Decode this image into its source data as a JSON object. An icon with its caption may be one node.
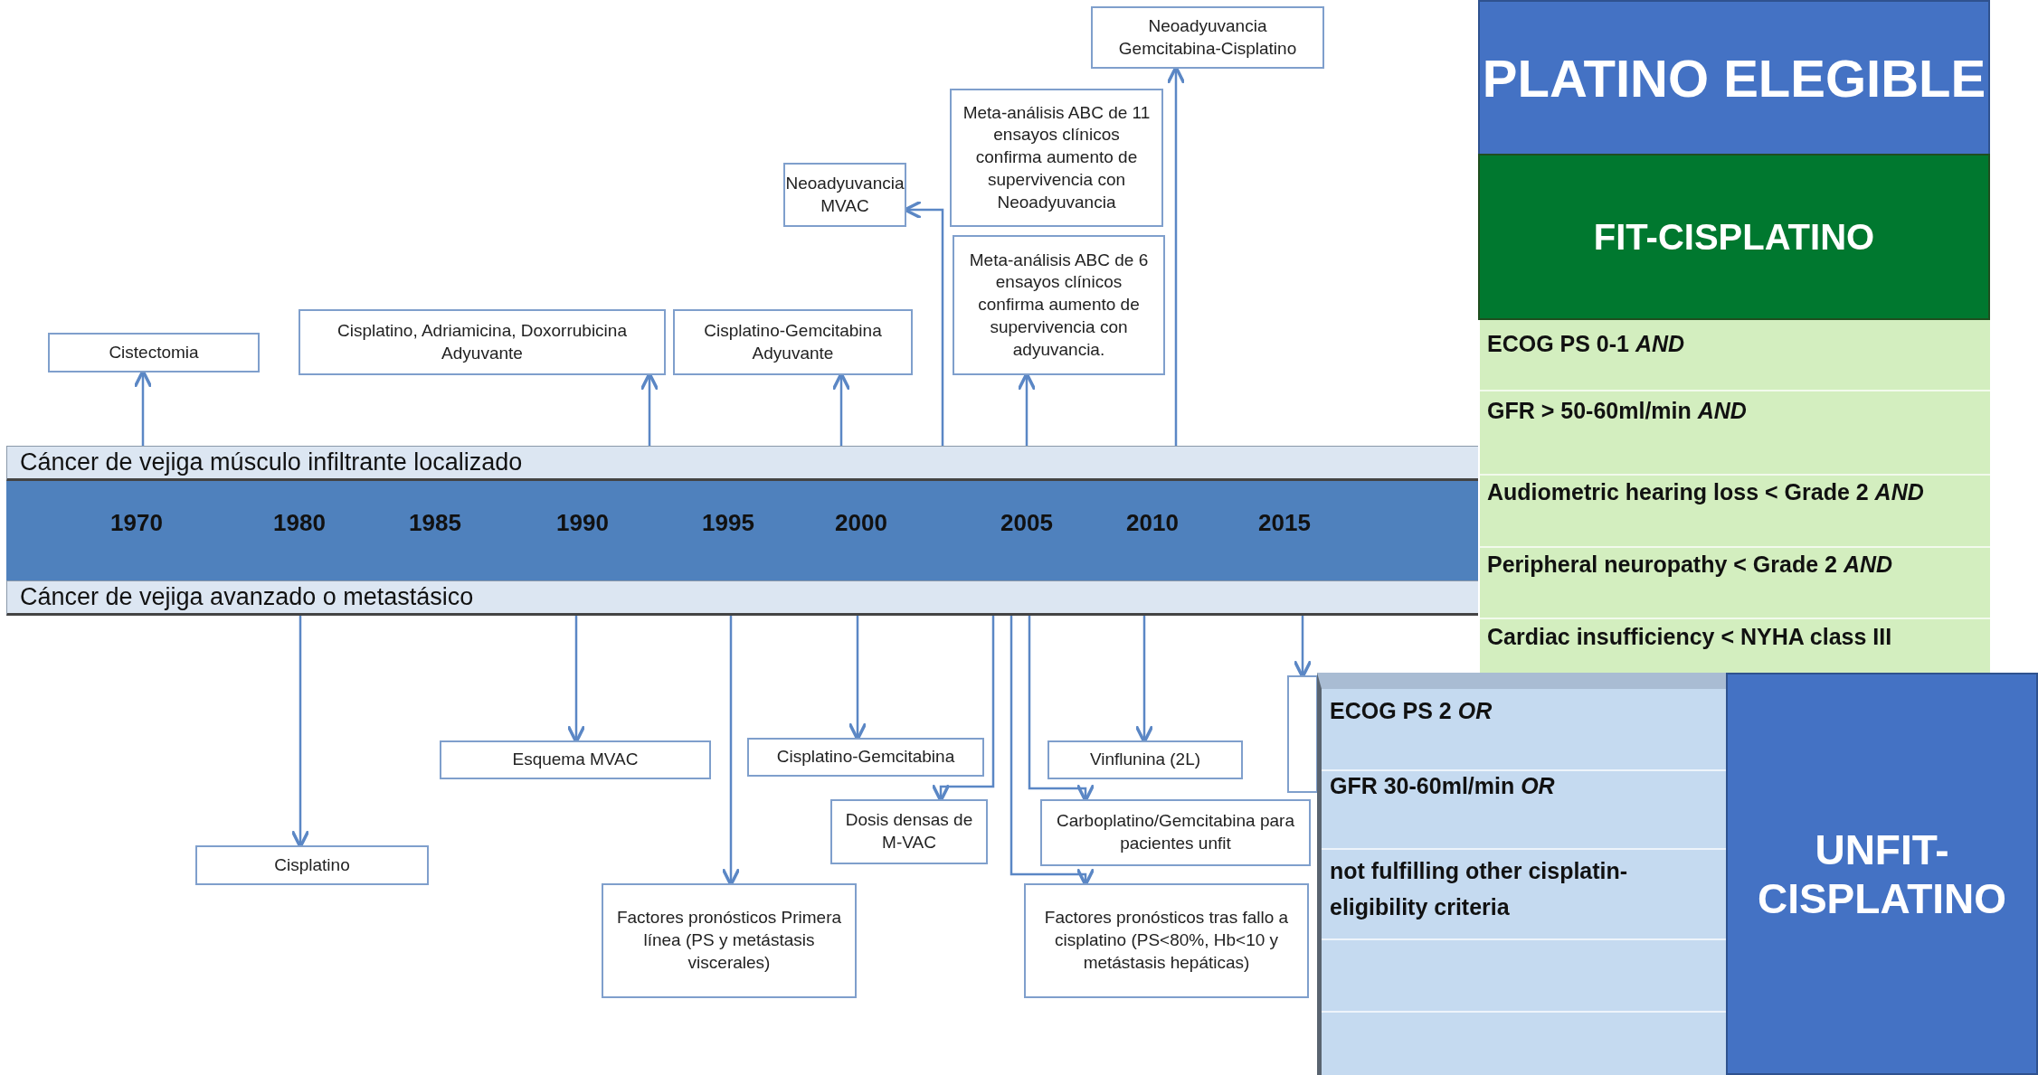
{
  "diagram": {
    "nodes": [
      {
        "text": [
          "PLATINO ELEGIBLE"
        ]
      },
      {
        "text": [
          "FIT-CISPLATINO"
        ]
      },
      {
        "text": [
          "Cistectomia"
        ]
      },
      {
        "text": [
          "Cisplatino, Adriamicina,  Doxorrubicina Adyuvante"
        ]
      },
      {
        "text": [
          "Cisplatino-Gemcitabina Adyuvante"
        ]
      },
      {
        "text": [
          "Neoadyuvancia MVAC"
        ]
      },
      {
        "text": [
          "Meta-análisis ABC de 11 ensayos clínicos confirma aumento de supervivencia con Neoadyuvancia"
        ]
      },
      {
        "text": [
          "Meta-análisis ABC de 6 ensayos clínicos confirma aumento de supervivencia con adyuvancia."
        ]
      },
      {
        "text": [
          "Neoadyuvancia Gemcitabina-Cisplatino"
        ]
      },
      {
        "text": [
          "Cáncer de vejiga músculo infiltrante localizado"
        ]
      },
      {
        "text": [],
        "shape": "bar"
      },
      {
        "text": [
          "Cáncer de vejiga avanzado o metastásico"
        ]
      },
      {
        "text": [
          "Esquema MVAC"
        ]
      },
      {
        "text": [
          "Cisplatino-Gemcitabina"
        ]
      },
      {
        "text": [
          "Vinflunina (2L)"
        ]
      },
      {
        "text": [],
        "shape": "box"
      },
      {
        "text": [
          "Dosis densas de M-VAC"
        ]
      },
      {
        "text": [
          "Carboplatino/Gemcitabina para pacientes unfit"
        ]
      },
      {
        "text": [
          "Cisplatino"
        ]
      },
      {
        "text": [
          "Factores pronósticos Primera línea (PS y metástasis viscerales)"
        ]
      },
      {
        "text": [
          "Factores pronósticos tras fallo a cisplatino (PS<80%, Hb<10 y metástasis hepáticas)"
        ]
      },
      {
        "text": [
          "UNFIT-CISPLATINO"
        ]
      }
    ],
    "edges": [
      {
        "from": 9,
        "to": 2,
        "arrow": "to"
      },
      {
        "from": 9,
        "to": 3,
        "arrow": "to"
      },
      {
        "from": 9,
        "to": 4,
        "arrow": "to"
      },
      {
        "from": 9,
        "to": 5,
        "arrow": "to"
      },
      {
        "from": 9,
        "to": 7,
        "arrow": "to"
      },
      {
        "from": 9,
        "to": 8,
        "arrow": "to"
      },
      {
        "from": 11,
        "to": 18,
        "arrow": "to"
      },
      {
        "from": 11,
        "to": 12,
        "arrow": "to"
      },
      {
        "from": 11,
        "to": 19,
        "arrow": "to"
      },
      {
        "from": 11,
        "to": 13,
        "arrow": "to"
      },
      {
        "from": 11,
        "to": 16,
        "arrow": "to"
      },
      {
        "from": 11,
        "to": 17,
        "arrow": "to"
      },
      {
        "from": 11,
        "to": 14,
        "arrow": "to"
      },
      {
        "from": 11,
        "to": 20,
        "arrow": "to"
      },
      {
        "from": 11,
        "to": 15,
        "arrow": "to"
      }
    ],
    "labels": [
      "ECOG PS 0-1 *AND*",
      "GFR > 50-60ml/min *AND*",
      "Audiometric hearing loss < Grade 2 *AND*",
      "Peripheral neuropathy < Grade 2 *AND*",
      "Cardiac insufficiency < NYHA class III",
      "1970",
      "1980",
      "1985",
      "1990",
      "1995",
      "2000",
      "2005",
      "2010",
      "2015",
      "ECOG PS 2 *OR*",
      "GFR 30-60ml/min *OR*",
      "not fulfilling other cisplatin-eligibility criteria"
    ]
  }
}
